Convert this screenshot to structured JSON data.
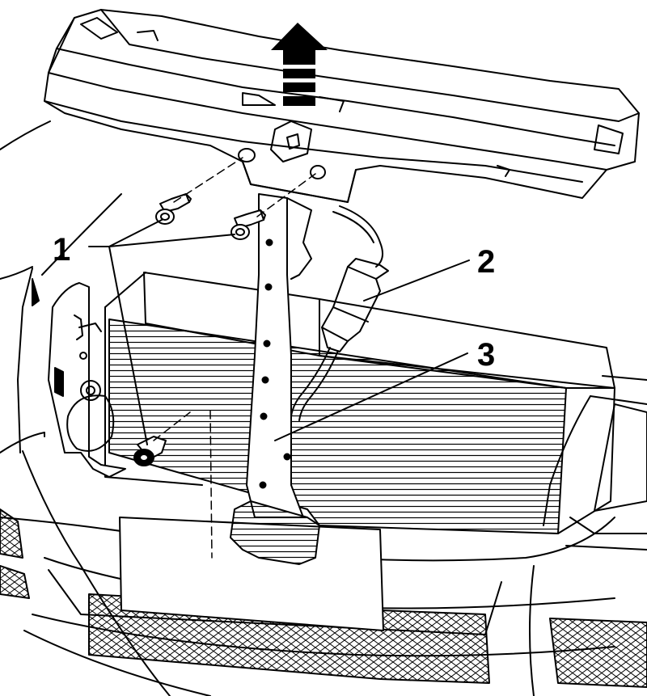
{
  "callouts": [
    {
      "id": "1",
      "label": "1"
    },
    {
      "id": "2",
      "label": "2"
    },
    {
      "id": "3",
      "label": "3"
    }
  ],
  "colors": {
    "line": "#000000",
    "background": "#ffffff",
    "hatch": "#000000"
  },
  "icons": {
    "direction_arrow": "up-arrow-icon"
  }
}
